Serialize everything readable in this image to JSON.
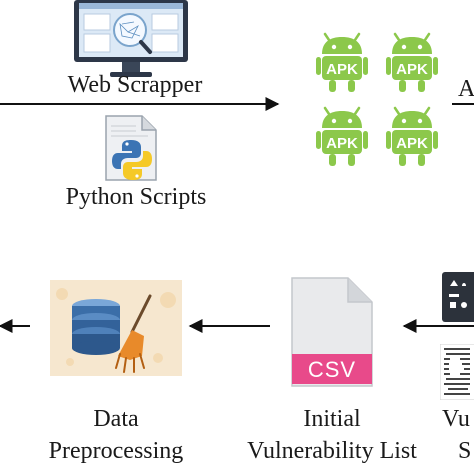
{
  "nodes": {
    "web_scrapper": {
      "label": "Web Scrapper",
      "icon": "monitor-network-icon"
    },
    "python_scripts": {
      "label": "Python Scripts",
      "icon": "python-file-icon"
    },
    "apk_cluster": {
      "icon": "android-apk-icon",
      "apk_text": "APK",
      "right_label_fragment": "A"
    },
    "data_preprocessing": {
      "label_line1": "Data",
      "label_line2": "Preprocessing",
      "icon": "data-cleaning-icon"
    },
    "initial_vulnerability_list": {
      "label_line1": "Initial",
      "label_line2": "Vulnerability List",
      "icon": "csv-file-icon",
      "file_badge": "CSV"
    },
    "right_partial": {
      "label_line1": "Vu",
      "label_line2": "S",
      "icon": "scanner-tool-icon"
    }
  },
  "colors": {
    "android_green": "#8cc84b",
    "csv_pink": "#e84a8a",
    "python_blue": "#3b74b4",
    "python_yellow": "#f5c927",
    "arrow": "#111111"
  }
}
